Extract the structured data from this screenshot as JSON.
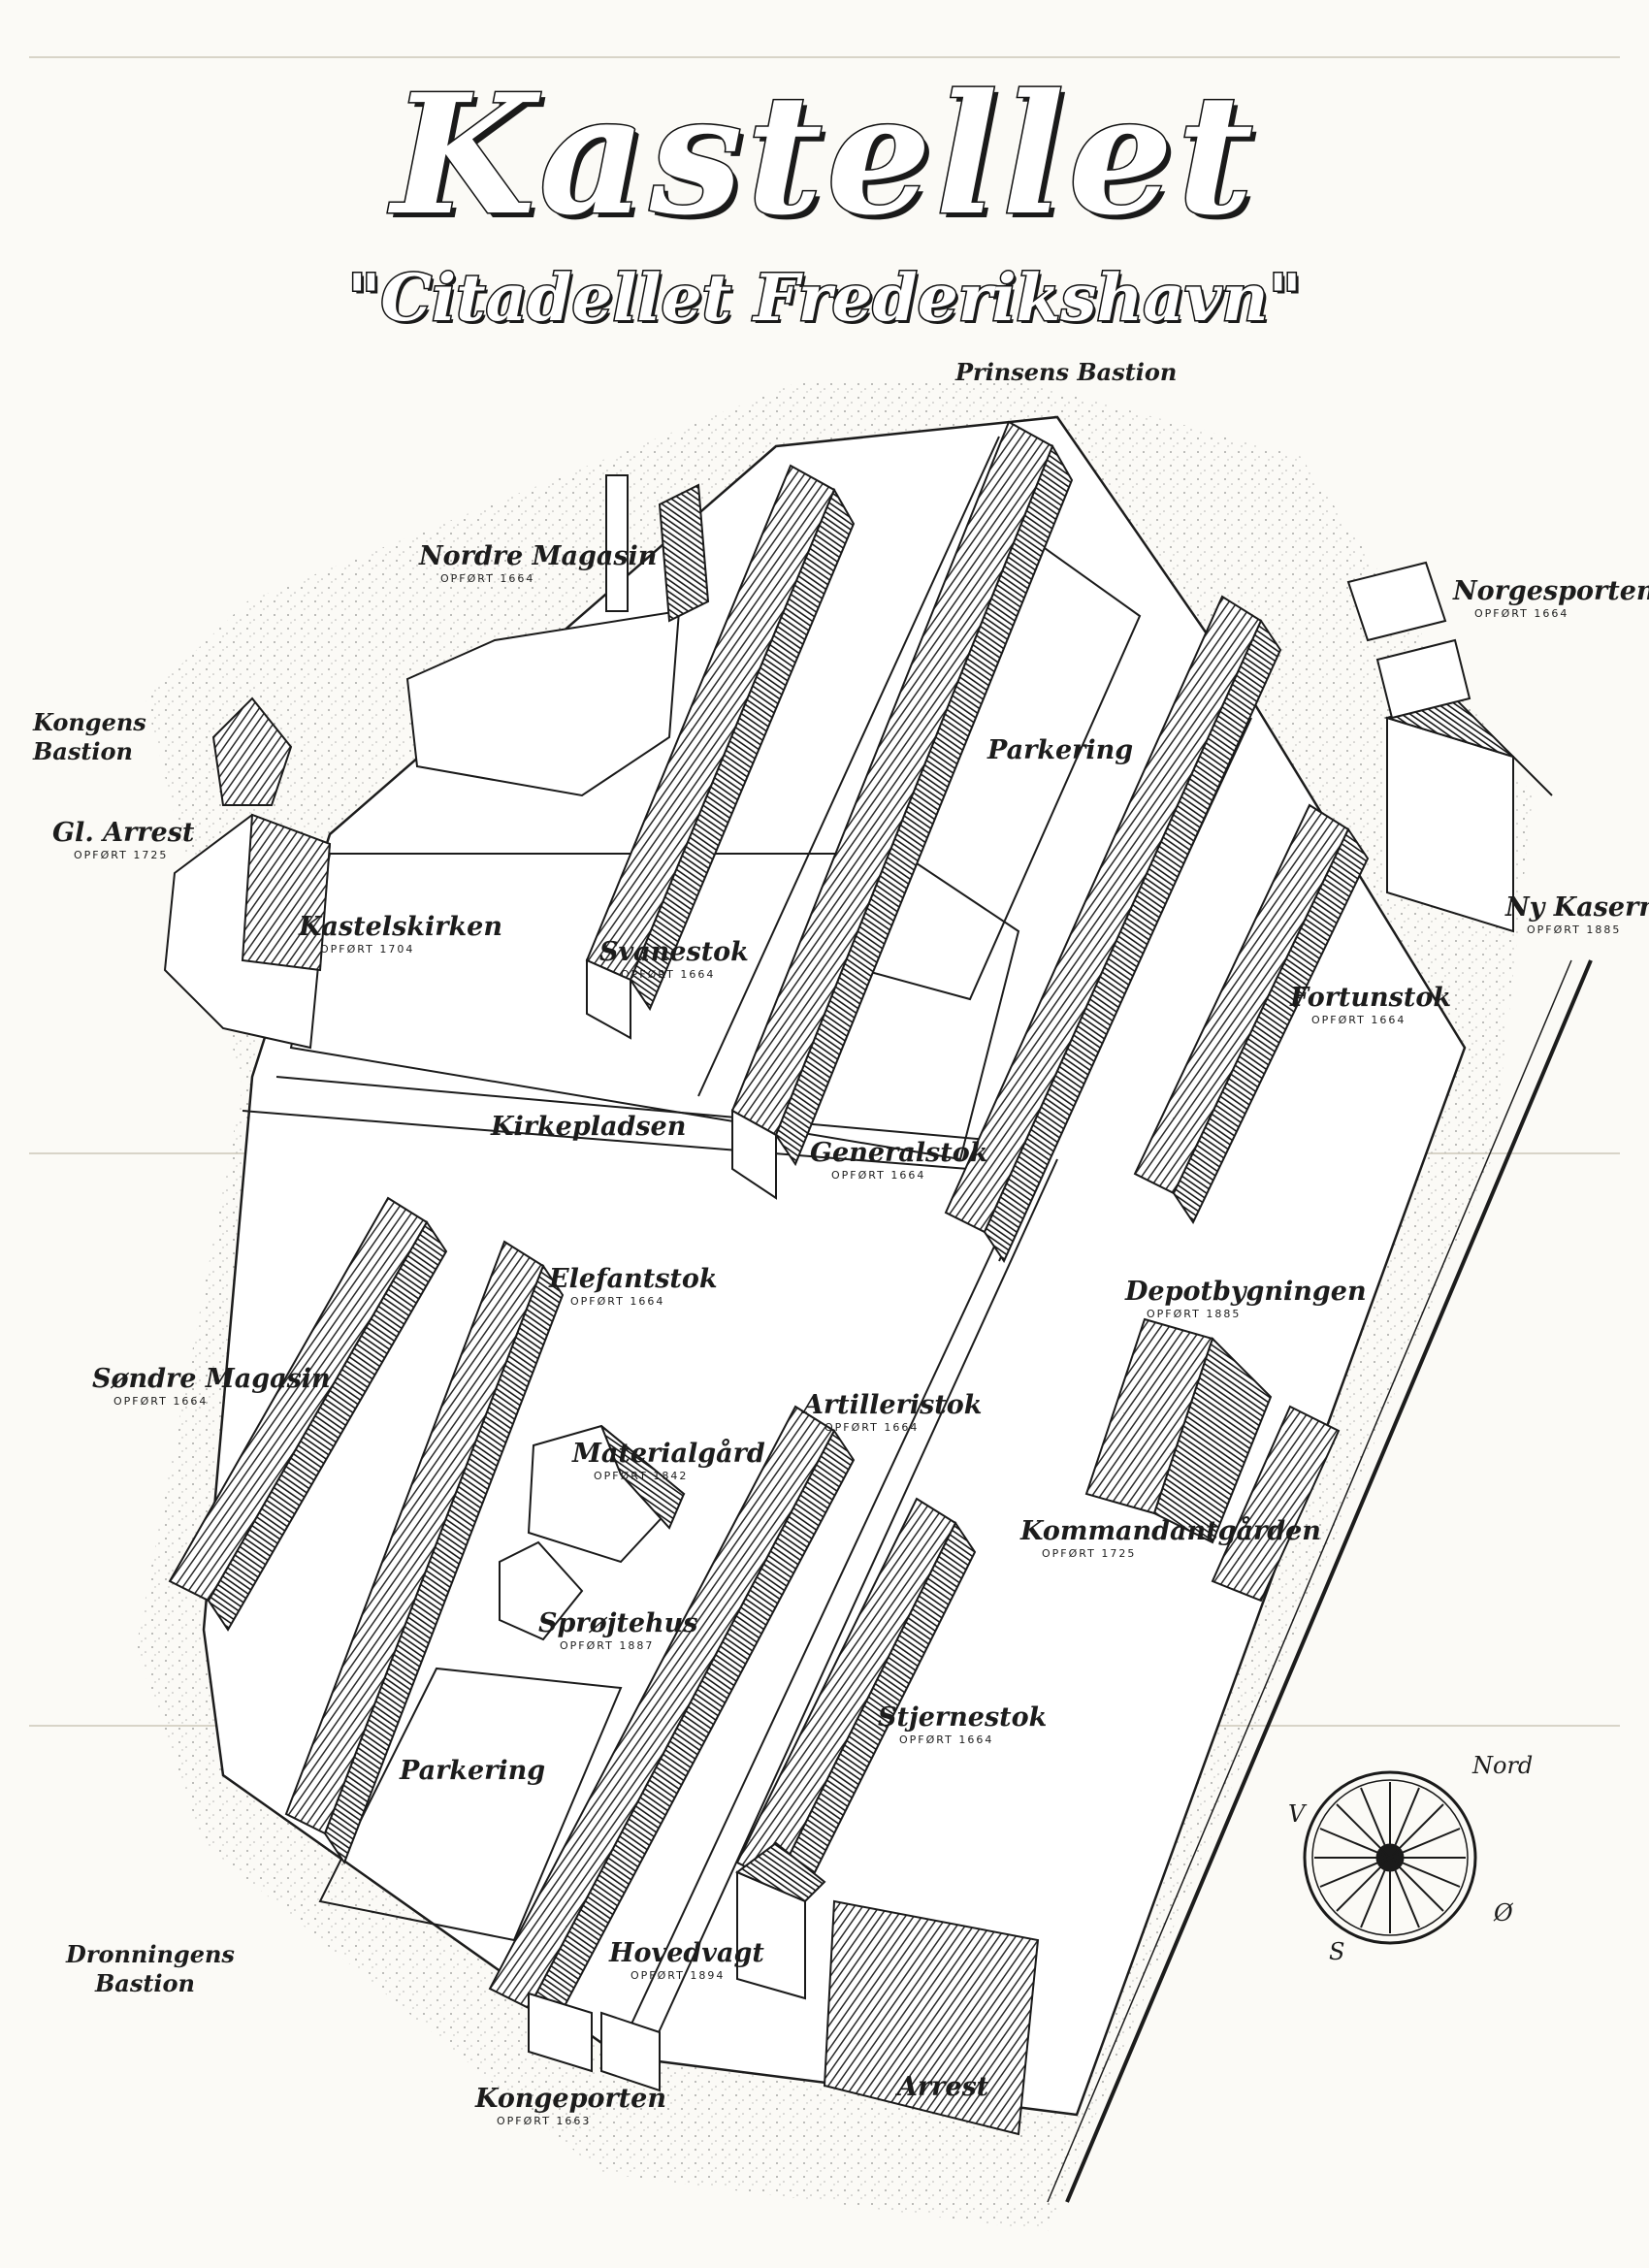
{
  "title": "Kastellet",
  "subtitle": "\"Citadellet Frederikshavn\"",
  "colors": {
    "ink": "#1c1c1c",
    "paper": "#fbfaf6",
    "fold_line": "#d8d4c8"
  },
  "compass": {
    "north": "Nord",
    "west": "V",
    "east": "Ø",
    "south": "S"
  },
  "labels": {
    "prinsens_bastion": {
      "name": "Prinsens Bastion"
    },
    "nordre_magasin": {
      "name": "Nordre Magasin",
      "sub": "OPFØRT 1664"
    },
    "norgesporten": {
      "name": "Norgesporten",
      "sub": "OPFØRT 1664"
    },
    "kongens_bastion": {
      "line1": "Kongens",
      "line2": "Bastion"
    },
    "gl_arrest": {
      "name": "Gl. Arrest",
      "sub": "OPFØRT 1725"
    },
    "parkering_north": {
      "name": "Parkering"
    },
    "kastelskirken": {
      "name": "Kastelskirken",
      "sub": "OPFØRT 1704"
    },
    "svanestok": {
      "name": "Svanestok",
      "sub": "OPFØRT 1664"
    },
    "ny_kaserne": {
      "name": "Ny Kaserne",
      "sub": "OPFØRT 1885"
    },
    "fortunstok": {
      "name": "Fortunstok",
      "sub": "OPFØRT 1664"
    },
    "kirkepladsen": {
      "name": "Kirkepladsen"
    },
    "generalstok": {
      "name": "Generalstok",
      "sub": "OPFØRT 1664"
    },
    "elefantstok": {
      "name": "Elefantstok",
      "sub": "OPFØRT 1664"
    },
    "depotbygningen": {
      "name": "Depotbygningen",
      "sub": "OPFØRT 1885"
    },
    "sondre_magasin": {
      "name": "Søndre Magasin",
      "sub": "OPFØRT 1664"
    },
    "artilleristok": {
      "name": "Artilleristok",
      "sub": "OPFØRT 1664"
    },
    "materialgard": {
      "name": "Materialgård",
      "sub": "OPFØRT 1842"
    },
    "kommandantgarden": {
      "name": "Kommandantgården",
      "sub": "OPFØRT 1725"
    },
    "sprojtehus": {
      "name": "Sprøjtehus",
      "sub": "OPFØRT 1887"
    },
    "stjernestok": {
      "name": "Stjernestok",
      "sub": "OPFØRT 1664"
    },
    "parkering_south": {
      "name": "Parkering"
    },
    "dronningens_bastion": {
      "line1": "Dronningens",
      "line2": "Bastion"
    },
    "hovedvagt": {
      "name": "Hovedvagt",
      "sub": "OPFØRT 1894"
    },
    "kongeporten": {
      "name": "Kongeporten",
      "sub": "OPFØRT 1663"
    },
    "arrest": {
      "name": "Arrest"
    }
  }
}
